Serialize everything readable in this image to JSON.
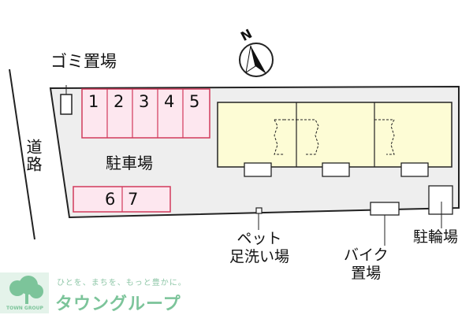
{
  "labels": {
    "trash": "ゴミ置場",
    "road": "道路",
    "parking": "駐車場",
    "pet_wash": "ペット\n足洗い場",
    "bike_parking": "バイク\n置場",
    "bicycle_parking": "駐輪場"
  },
  "compass": {
    "north_label": "N"
  },
  "parking_spaces": [
    "1",
    "2",
    "3",
    "4",
    "5",
    "6",
    "7"
  ],
  "brand": {
    "tagline": "ひとを、まちを、もっと豊かに。",
    "name": "タウングループ",
    "logo_text": "TOWN GROUP"
  },
  "colors": {
    "parking_fill": "#fde7ef",
    "parking_stroke": "#d23a5b",
    "building_fill": "#fdfcd5",
    "site_fill": "#eeeeee",
    "brand_green": "#7cc49a"
  }
}
